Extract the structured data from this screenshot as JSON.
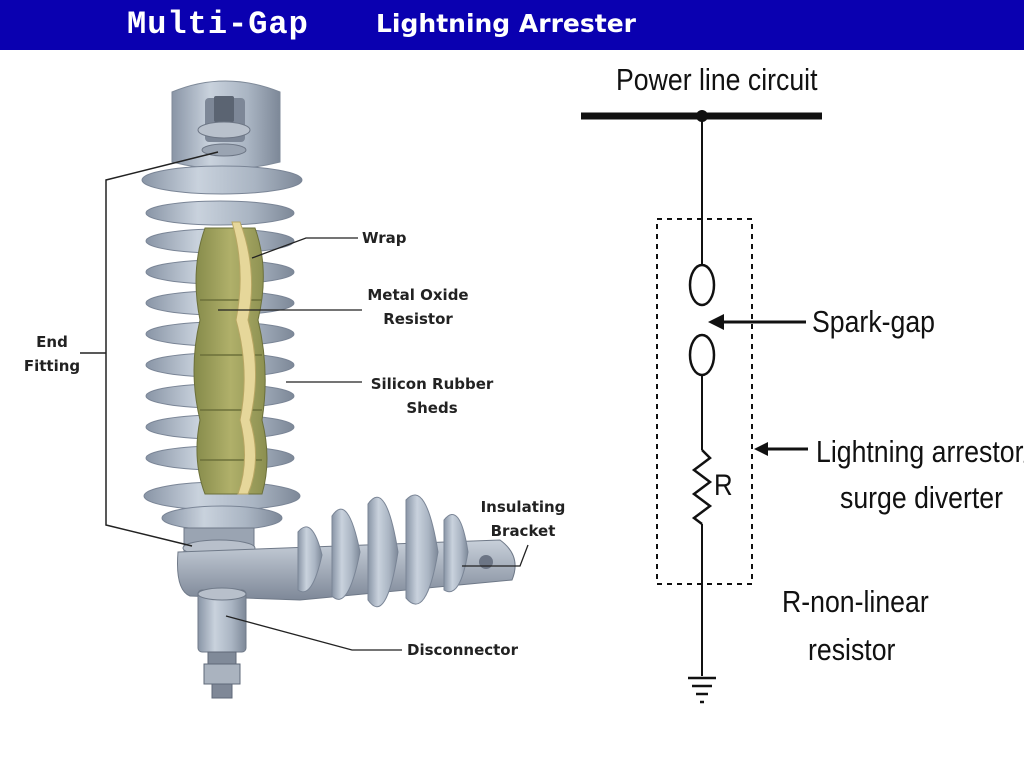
{
  "header": {
    "title_main": "Multi-Gap",
    "title_sub": "Lightning Arrester"
  },
  "arrester_labels": {
    "end_fitting_1": "End",
    "end_fitting_2": "Fitting",
    "wrap": "Wrap",
    "metal_oxide_1": "Metal Oxide",
    "metal_oxide_2": "Resistor",
    "silicon_1": "Silicon Rubber",
    "silicon_2": "Sheds",
    "insulating_1": "Insulating",
    "insulating_2": "Bracket",
    "disconnector": "Disconnector"
  },
  "circuit_labels": {
    "power_line": "Power line circuit",
    "spark_gap": "Spark-gap",
    "arrestor_1": "Lightning arrestor/",
    "arrestor_2": "surge diverter",
    "resistor_symbol": "R",
    "nonlinear_1": "R-non-linear",
    "nonlinear_2": "resistor"
  },
  "colors": {
    "header_bg": "#0a00b0",
    "shed": "#a9b4c2",
    "resistor_core": "#a6a660",
    "wrap": "#e6d79a"
  }
}
